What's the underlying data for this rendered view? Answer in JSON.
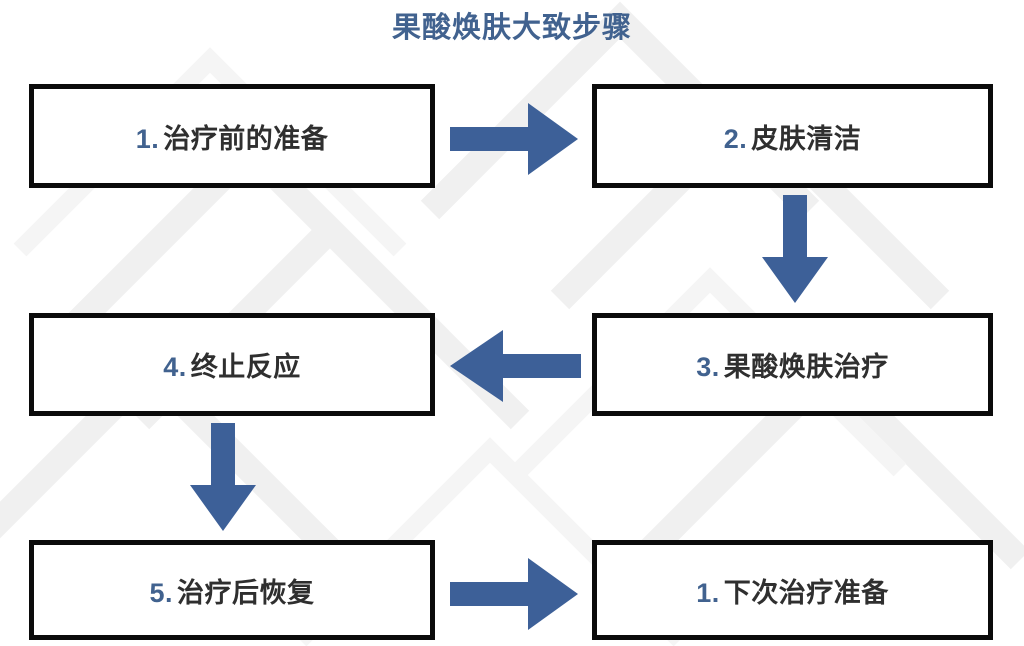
{
  "diagram": {
    "title": "果酸焕肤大致步骤",
    "type": "flowchart",
    "accent_color": "#41628f",
    "arrow_color": "#3d6098",
    "box_border_color": "#0b0b0b",
    "text_color": "#2f2f2f",
    "background_color": "#ffffff",
    "steps": [
      {
        "id": "step-1",
        "number": "1.",
        "label": "治疗前的准备"
      },
      {
        "id": "step-2",
        "number": "2.",
        "label": "皮肤清洁"
      },
      {
        "id": "step-3",
        "number": "3.",
        "label": "果酸焕肤治疗"
      },
      {
        "id": "step-4",
        "number": "4.",
        "label": "终止反应"
      },
      {
        "id": "step-5",
        "number": "5.",
        "label": "治疗后恢复"
      },
      {
        "id": "step-6",
        "number": "1.",
        "label": "下次治疗准备"
      }
    ],
    "connectors": [
      {
        "id": "connector-1",
        "from": "step-1",
        "to": "step-2",
        "direction": "right"
      },
      {
        "id": "connector-2",
        "from": "step-2",
        "to": "step-3",
        "direction": "down"
      },
      {
        "id": "connector-3",
        "from": "step-3",
        "to": "step-4",
        "direction": "left"
      },
      {
        "id": "connector-4",
        "from": "step-4",
        "to": "step-5",
        "direction": "down"
      },
      {
        "id": "connector-5",
        "from": "step-5",
        "to": "step-6",
        "direction": "right"
      }
    ]
  }
}
